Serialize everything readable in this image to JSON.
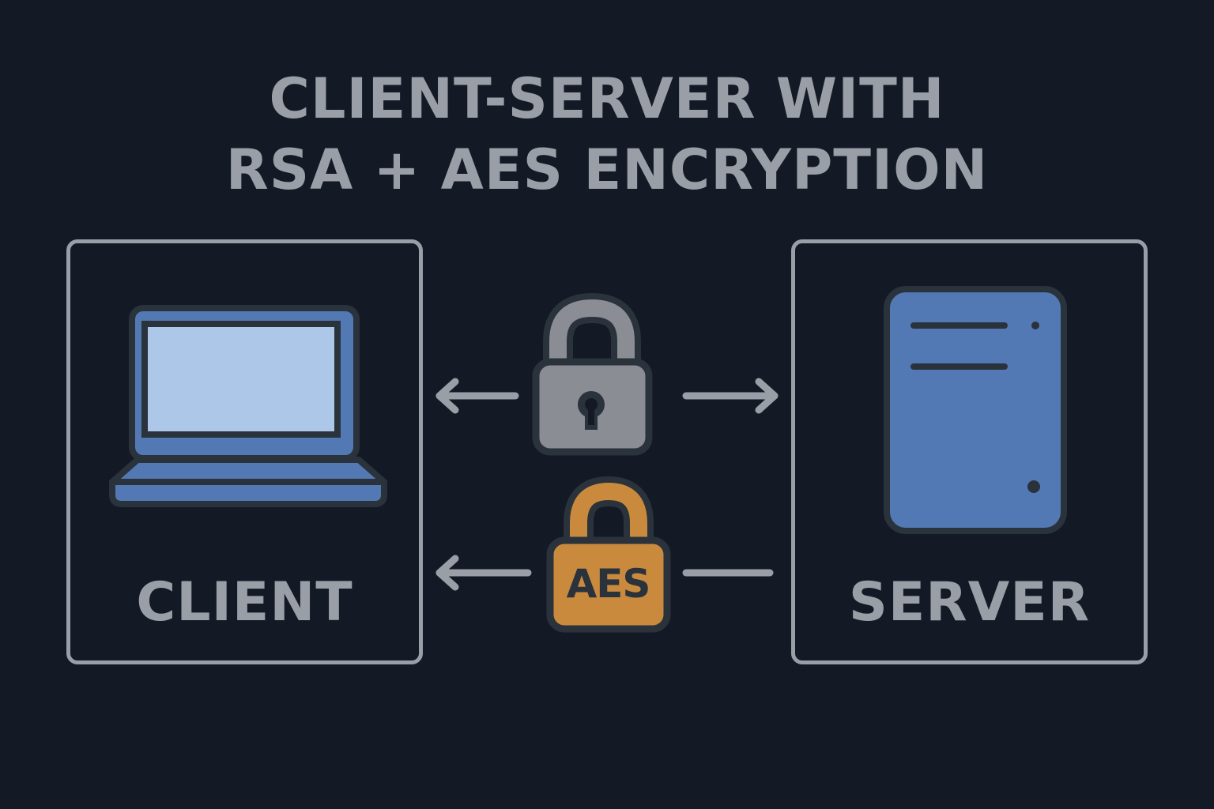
{
  "title": {
    "line1": "CLIENT-SERVER WITH",
    "line2": "RSA + AES ENCRYPTION"
  },
  "client": {
    "label": "CLIENT",
    "icon": "laptop-icon"
  },
  "server": {
    "label": "SERVER",
    "icon": "server-icon"
  },
  "rsa_lock": {
    "icon": "padlock-keyhole-icon",
    "direction": "bidirectional"
  },
  "aes_lock": {
    "label": "AES",
    "icon": "padlock-aes-icon",
    "direction": "server-to-client"
  },
  "colors": {
    "background": "#131a26",
    "text": "#9a9ea6",
    "device_blue": "#5379b4",
    "screen": "#adc7e8",
    "outline": "#2a323c",
    "rsa_lock": "#8a8d94",
    "aes_lock": "#c98a3e"
  }
}
